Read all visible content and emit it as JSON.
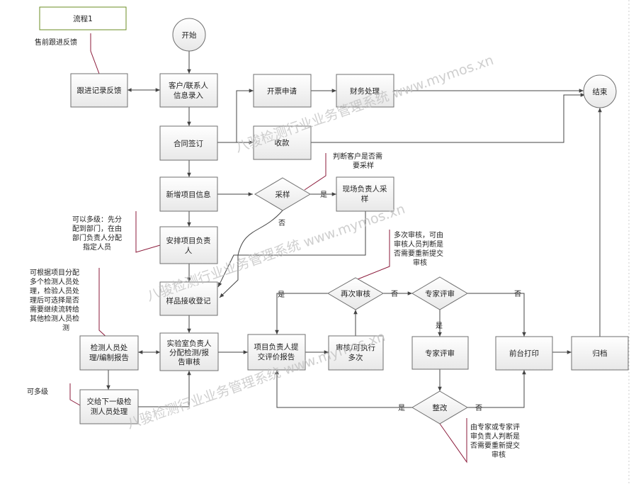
{
  "tab_label": "流程1",
  "colors": {
    "node_fill": "#f2f2f2",
    "node_stroke": "#6f6f6f",
    "note_stroke": "#8b1a3a",
    "tab_stroke": "#6b8e23",
    "line": "#444444"
  },
  "watermark": "八骏检测行业业务管理系统 www.mymos.xn",
  "nodes": {
    "start": "开始",
    "end": "结束",
    "follow": "跟进记录反馈",
    "cust": [
      "客户/联系人",
      "信息录入"
    ],
    "contract": "合同签订",
    "invoice": "开票申请",
    "finance": "财务处理",
    "collect": "收款",
    "newproj": "新增项目信息",
    "sample": "采样",
    "fieldsample": [
      "现场负责人采",
      "样"
    ],
    "assign": [
      "安排项目负责",
      "人"
    ],
    "receive": "样品接收登记",
    "inspect": [
      "检测人员处",
      "理/编制报告"
    ],
    "lab": [
      "实验室负责人",
      "分配检测/报",
      "告审核"
    ],
    "submit": [
      "项目负责人提",
      "交评价报告"
    ],
    "recheck": "再次审核",
    "audit": [
      "审核/可执行",
      "多次"
    ],
    "expdecide": "专家评审",
    "expreview": "专家评审",
    "rectify": "整改",
    "print": "前台打印",
    "archive": "归档",
    "handover": [
      "交给下一级检",
      "测人员处理"
    ]
  },
  "notes": {
    "presale": "售前跟进反馈",
    "judge": [
      "判断客户是否需",
      "要采样"
    ],
    "multi": [
      "可以多级：先分",
      "配到部门，在由",
      "部门负责人分配",
      "指定人员"
    ],
    "reaudit": [
      "多次审核，可由",
      "审核人员判断是",
      "否需要重新提交",
      "审核"
    ],
    "dispatch": [
      "可根据项目分配",
      "多个检测人员处",
      "理，检验人员处",
      "理后可选择是否",
      "需要继续流转给",
      "其他检测人员检",
      "测"
    ],
    "multilevel": "可多级",
    "expert": [
      "由专家或专家评",
      "审负责人判断是",
      "否需要重新提交",
      "审核"
    ]
  },
  "labels": {
    "yes": "是",
    "no": "否"
  }
}
